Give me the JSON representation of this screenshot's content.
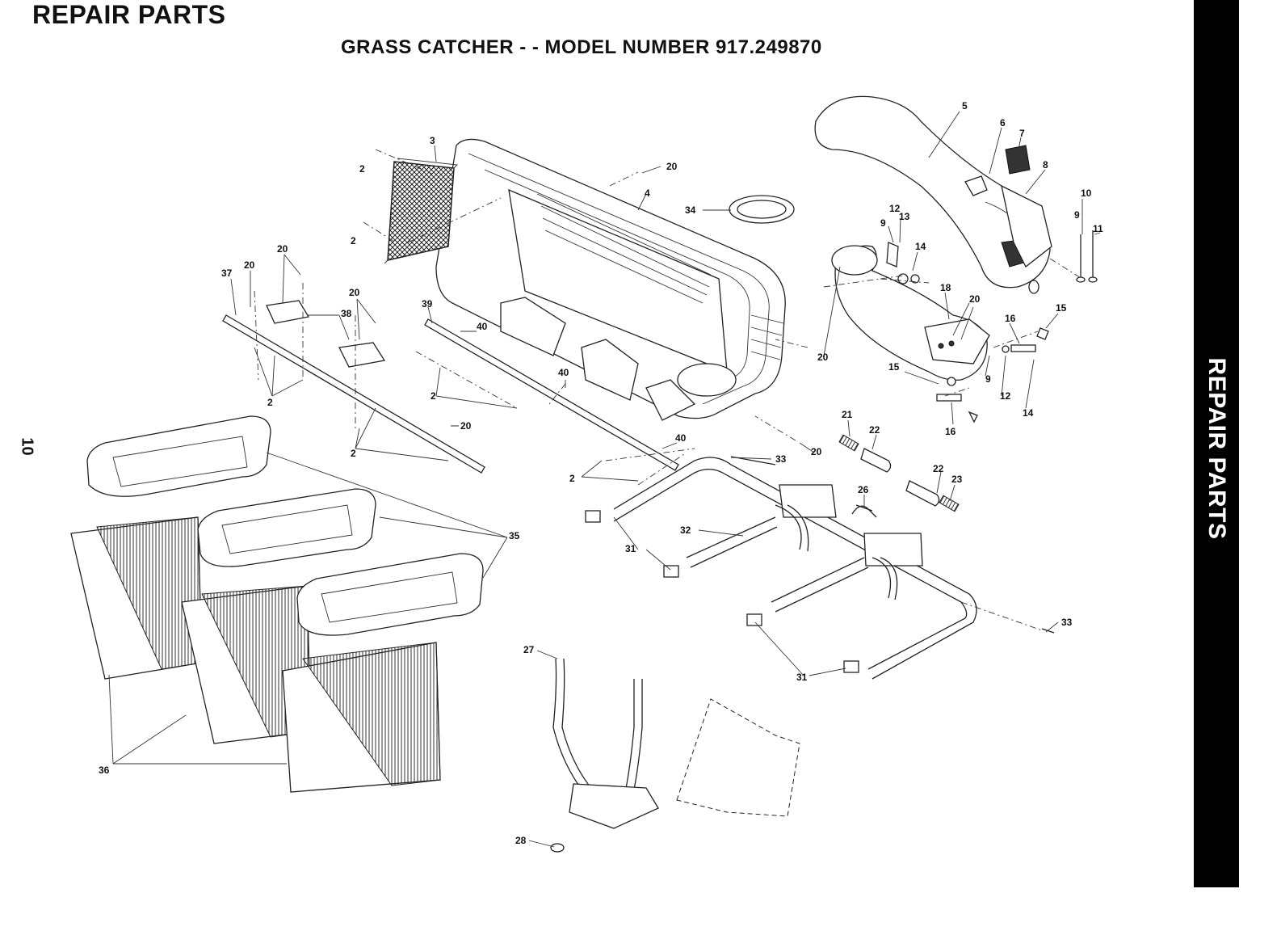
{
  "header": {
    "title": "REPAIR PARTS",
    "subtitle": "GRASS CATCHER - - MODEL NUMBER 917.249870",
    "page_number": "10",
    "side_tab": "REPAIR PARTS"
  },
  "callouts": {
    "c2a": "2",
    "c2b": "2",
    "c2c": "2",
    "c2d": "2",
    "c2e": "2",
    "c2f": "2",
    "c3": "3",
    "c4": "4",
    "c5": "5",
    "c6": "6",
    "c7": "7",
    "c8": "8",
    "c9a": "9",
    "c9b": "9",
    "c9c": "9",
    "c10": "10",
    "c11": "11",
    "c12a": "12",
    "c12b": "12",
    "c13": "13",
    "c14a": "14",
    "c14b": "14",
    "c15a": "15",
    "c15b": "15",
    "c16a": "16",
    "c16b": "16",
    "c18": "18",
    "c20a": "20",
    "c20b": "20",
    "c20c": "20",
    "c20d": "20",
    "c20e": "20",
    "c20f": "20",
    "c20g": "20",
    "c20h": "20",
    "c21": "21",
    "c22a": "22",
    "c22b": "22",
    "c23": "23",
    "c26": "26",
    "c27": "27",
    "c28": "28",
    "c31a": "31",
    "c31b": "31",
    "c32": "32",
    "c33a": "33",
    "c33b": "33",
    "c34": "34",
    "c35": "35",
    "c36": "36",
    "c37": "37",
    "c38": "38",
    "c39": "39",
    "c40a": "40",
    "c40b": "40",
    "c40c": "40"
  }
}
